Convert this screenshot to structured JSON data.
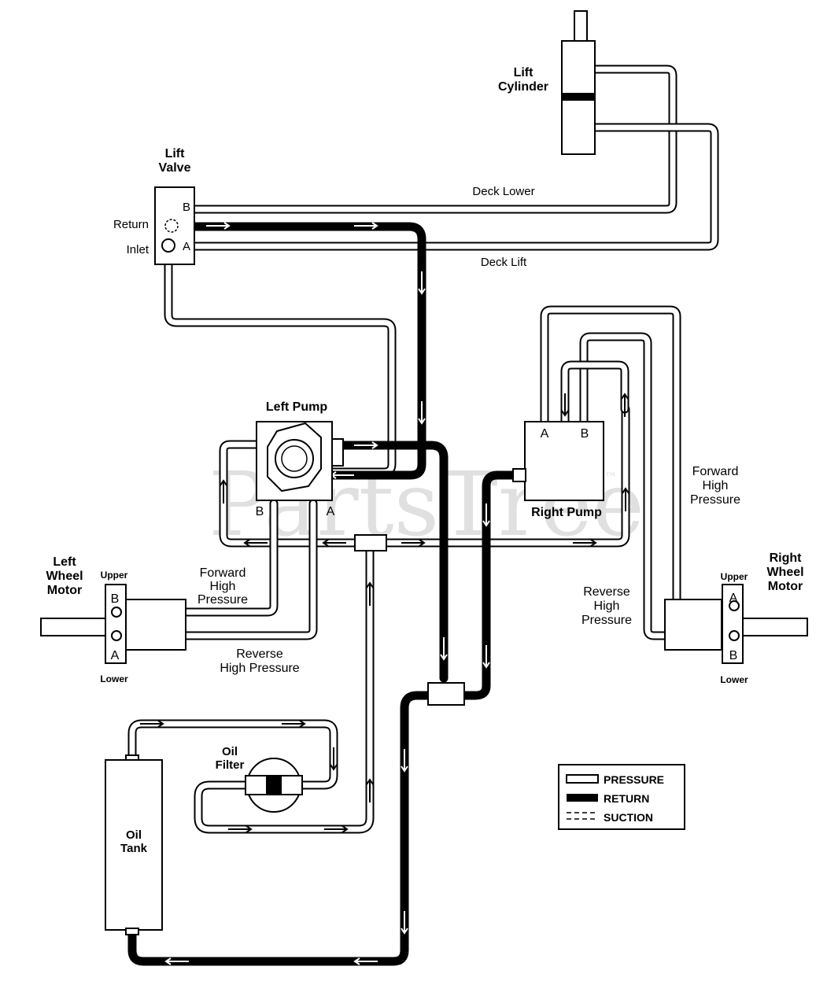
{
  "watermark": "PartsTree",
  "watermark_tm": "™",
  "components": {
    "lift_cylinder": [
      "Lift",
      "Cylinder"
    ],
    "lift_valve": [
      "Lift",
      "Valve"
    ],
    "left_pump": "Left Pump",
    "right_pump": "Right Pump",
    "left_wheel_motor": [
      "Left",
      "Wheel",
      "Motor"
    ],
    "right_wheel_motor": [
      "Right",
      "Wheel",
      "Motor"
    ],
    "oil_filter": [
      "Oil",
      "Filter"
    ],
    "oil_tank": [
      "Oil",
      "Tank"
    ]
  },
  "port_labels": {
    "valve_b": "B",
    "valve_a": "A",
    "valve_return": "Return",
    "valve_inlet": "Inlet",
    "left_pump_b": "B",
    "left_pump_a": "A",
    "right_pump_a": "A",
    "right_pump_b": "B",
    "left_motor_b": "B",
    "left_motor_a": "A",
    "left_motor_upper": "Upper",
    "left_motor_lower": "Lower",
    "right_motor_a": "A",
    "right_motor_b": "B",
    "right_motor_upper": "Upper",
    "right_motor_lower": "Lower"
  },
  "line_labels": {
    "deck_lower": "Deck Lower",
    "deck_lift": "Deck Lift",
    "left_forward": [
      "Forward",
      "High",
      "Pressure"
    ],
    "left_reverse": [
      "Reverse",
      "High Pressure"
    ],
    "right_forward": [
      "Forward",
      "High",
      "Pressure"
    ],
    "right_reverse": [
      "Reverse",
      "High",
      "Pressure"
    ]
  },
  "legend": [
    {
      "label": "PRESSURE",
      "style": "pressure"
    },
    {
      "label": "RETURN",
      "style": "return"
    },
    {
      "label": "SUCTION",
      "style": "suction"
    }
  ]
}
